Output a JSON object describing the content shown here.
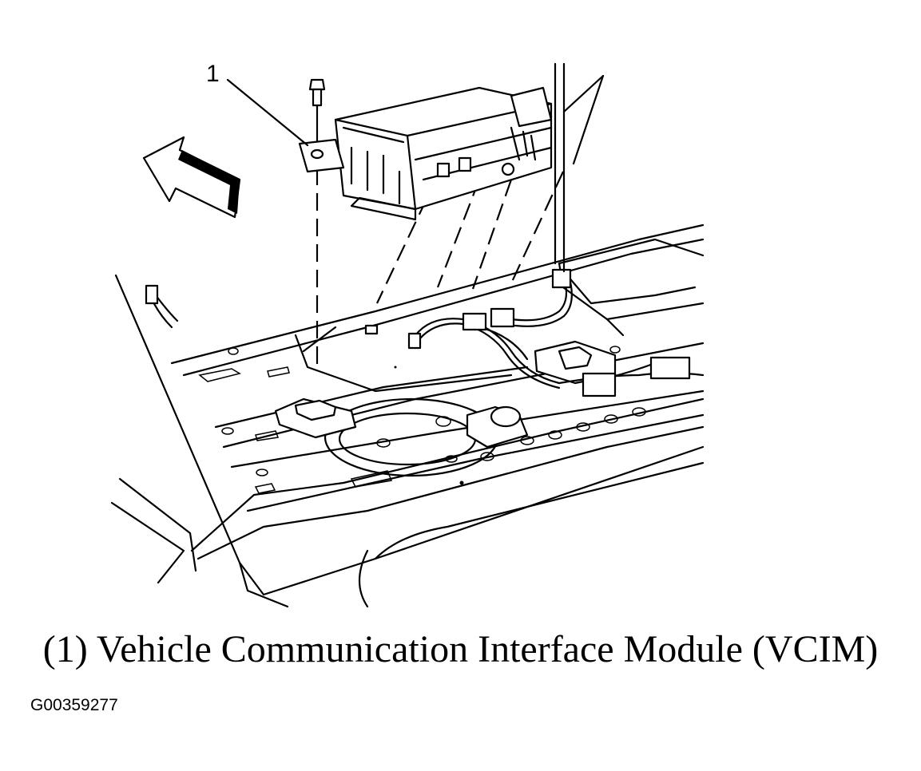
{
  "callout": {
    "number": "1"
  },
  "caption": "(1) Vehicle Communication Interface Module (VCIM)",
  "figure_id": "G00359277",
  "colors": {
    "ink": "#000000",
    "background": "#ffffff"
  },
  "icons": [
    "direction-arrow-icon",
    "bolt-icon",
    "connector-icon"
  ]
}
